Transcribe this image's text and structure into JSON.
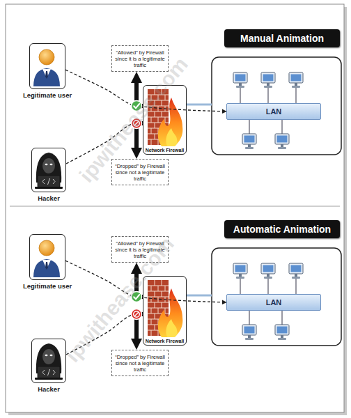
{
  "diagram": {
    "nodes": [
      {
        "text": [
          "Manual Animation"
        ]
      },
      {
        "text": [
          "Legitimate user"
        ]
      },
      {
        "text": [
          "“Allowed” by Firewall since it is a legitimate traffic"
        ]
      },
      {
        "text": [
          "Network Firewall"
        ]
      },
      {
        "text": [
          "LAN"
        ]
      },
      {
        "text": [
          "“Dropped” by Firewall since not a legitimate traffic"
        ]
      },
      {
        "text": [
          "Hacker"
        ]
      },
      {
        "text": [
          "Automatic Animation"
        ]
      },
      {
        "text": [
          "Legitimate user"
        ]
      },
      {
        "text": [
          "“Allowed” by Firewall since it is a legitimate traffic"
        ]
      },
      {
        "text": [
          "Network Firewall"
        ]
      },
      {
        "text": [
          "LAN"
        ]
      },
      {
        "text": [
          "“Dropped” by Firewall since not a legitimate traffic"
        ]
      },
      {
        "text": [
          "Hacker"
        ]
      }
    ],
    "edges": [
      {
        "from": 1,
        "to": 4,
        "arrow": "to"
      },
      {
        "from": 6,
        "to": 3,
        "arrow": "none"
      },
      {
        "from": 3,
        "to": 2,
        "arrow": "to"
      },
      {
        "from": 3,
        "to": 5,
        "arrow": "to"
      },
      {
        "from": 8,
        "to": 11,
        "arrow": "to"
      },
      {
        "from": 13,
        "to": 10,
        "arrow": "none"
      },
      {
        "from": 10,
        "to": 9,
        "arrow": "to"
      },
      {
        "from": 10,
        "to": 12,
        "arrow": "to"
      }
    ],
    "labels": [
      "ipwithease.com",
      "ipwithease.com"
    ]
  }
}
